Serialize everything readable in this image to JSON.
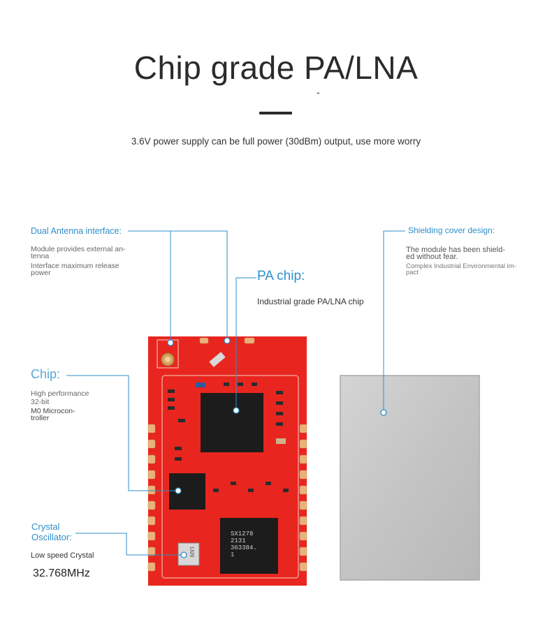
{
  "header": {
    "title": "Chip grade PA/LNA",
    "dash": "-",
    "subtitle": "3.6V power supply can be full power (30dBm) output, use more worry"
  },
  "callouts": {
    "antenna": {
      "title": "Dual Antenna interface:",
      "line1a": "Module provides external an-",
      "line1b": "tenna",
      "line2a": "Interface maximum release",
      "line2b": "power"
    },
    "pa": {
      "title": "PA chip:",
      "desc": "Industrial grade PA/LNA chip"
    },
    "chip": {
      "title": "Chip:",
      "line1": "High performance",
      "line2": "32-bit",
      "line3": "M0 Microcon-",
      "line4": "troller"
    },
    "crystal": {
      "title1": "Crystal",
      "title2": "Oscillator:",
      "desc": "Low speed Crystal",
      "freq": "32.768MHz"
    },
    "shield": {
      "title": "Shielding cover design:",
      "line1a": "The module has been shield-",
      "line1b": "ed without fear.",
      "line2a": "Complex Industrial Environmental im-",
      "line2b": "pact"
    }
  },
  "board": {
    "chip_marking": [
      "SX1278",
      "2131",
      "363384.",
      "1"
    ],
    "crystal_marking": "1320",
    "pcb_color": "#e8261f",
    "shield_color": "#c9c9c9"
  },
  "colors": {
    "accent": "#2e8fc9",
    "text": "#333333"
  }
}
